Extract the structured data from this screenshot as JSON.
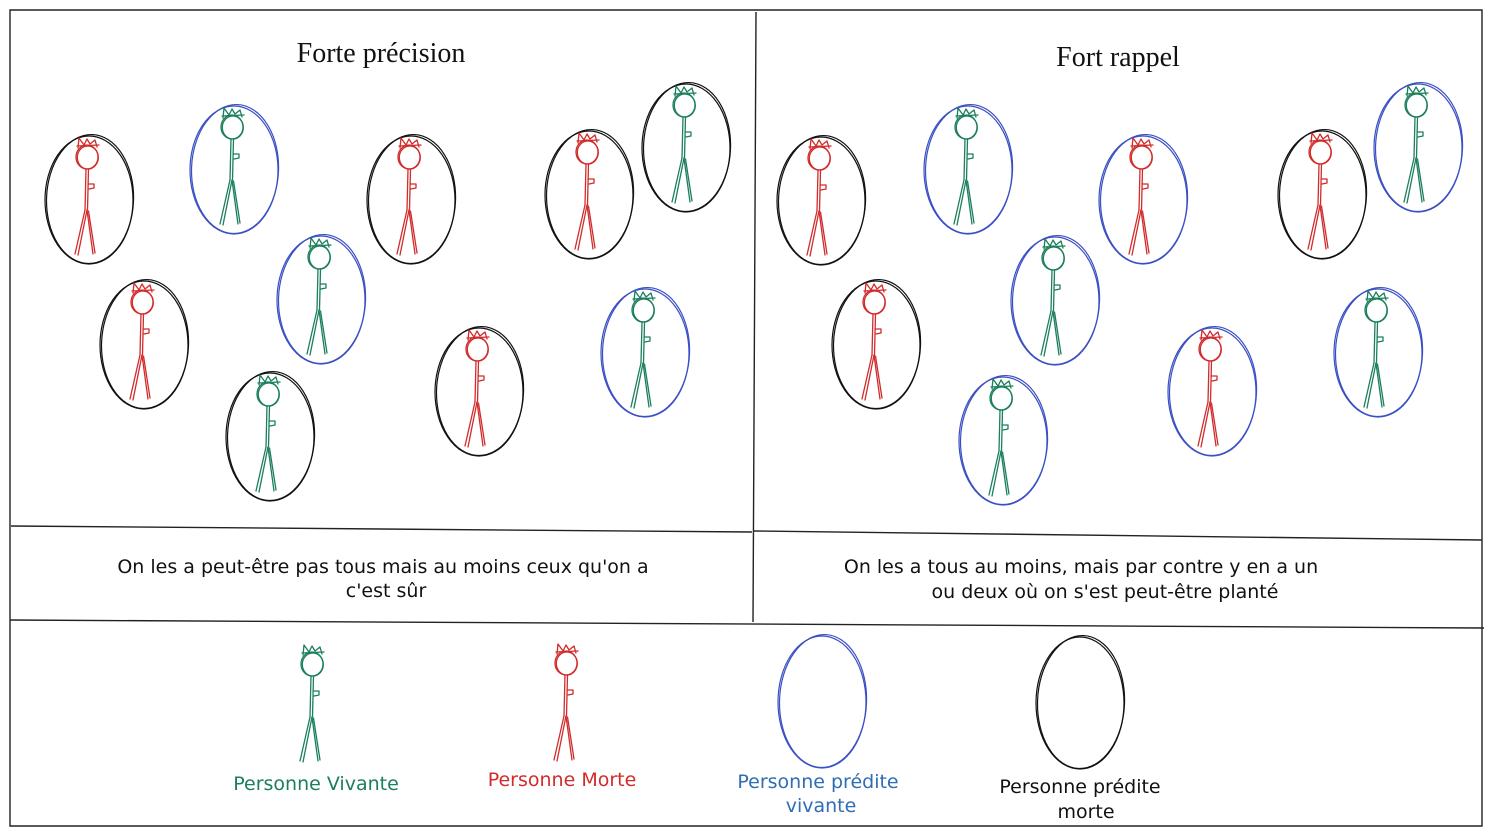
{
  "panels": [
    {
      "title": "Forte précision",
      "caption_lines": [
        "On les a peut-être pas tous mais au moins ceux qu'on a",
        "c'est sûr"
      ],
      "people": [
        {
          "state": "dead",
          "predicted": "dead"
        },
        {
          "state": "alive",
          "predicted": "alive"
        },
        {
          "state": "dead",
          "predicted": "dead"
        },
        {
          "state": "dead",
          "predicted": "dead"
        },
        {
          "state": "alive",
          "predicted": "dead"
        },
        {
          "state": "dead",
          "predicted": "dead"
        },
        {
          "state": "alive",
          "predicted": "alive"
        },
        {
          "state": "alive",
          "predicted": "alive"
        },
        {
          "state": "dead",
          "predicted": "dead"
        },
        {
          "state": "alive",
          "predicted": "dead"
        }
      ]
    },
    {
      "title": "Fort rappel",
      "caption_lines": [
        "On les a tous au moins, mais par contre y en a un",
        "ou deux où on s'est peut-être planté"
      ],
      "people": [
        {
          "state": "dead",
          "predicted": "dead"
        },
        {
          "state": "alive",
          "predicted": "alive"
        },
        {
          "state": "dead",
          "predicted": "alive"
        },
        {
          "state": "dead",
          "predicted": "dead"
        },
        {
          "state": "alive",
          "predicted": "alive"
        },
        {
          "state": "dead",
          "predicted": "dead"
        },
        {
          "state": "alive",
          "predicted": "alive"
        },
        {
          "state": "alive",
          "predicted": "alive"
        },
        {
          "state": "dead",
          "predicted": "alive"
        },
        {
          "state": "alive",
          "predicted": "alive"
        }
      ]
    }
  ],
  "legend": [
    {
      "kind": "figure",
      "state": "alive",
      "lines": [
        "Personne Vivante"
      ]
    },
    {
      "kind": "figure",
      "state": "dead",
      "lines": [
        "Personne Morte"
      ]
    },
    {
      "kind": "ellipse",
      "predicted": "alive",
      "lines": [
        "Personne prédite",
        "vivante"
      ]
    },
    {
      "kind": "ellipse",
      "predicted": "dead",
      "lines": [
        "Personne prédite",
        "morte"
      ]
    }
  ],
  "colors": {
    "alive": "#1a7f5a",
    "dead": "#d12b2b",
    "predicted_alive": "#3a4fc4",
    "predicted_dead": "#111111",
    "legend_predicted_alive_text": "#2f6db5",
    "border": "#222222"
  }
}
